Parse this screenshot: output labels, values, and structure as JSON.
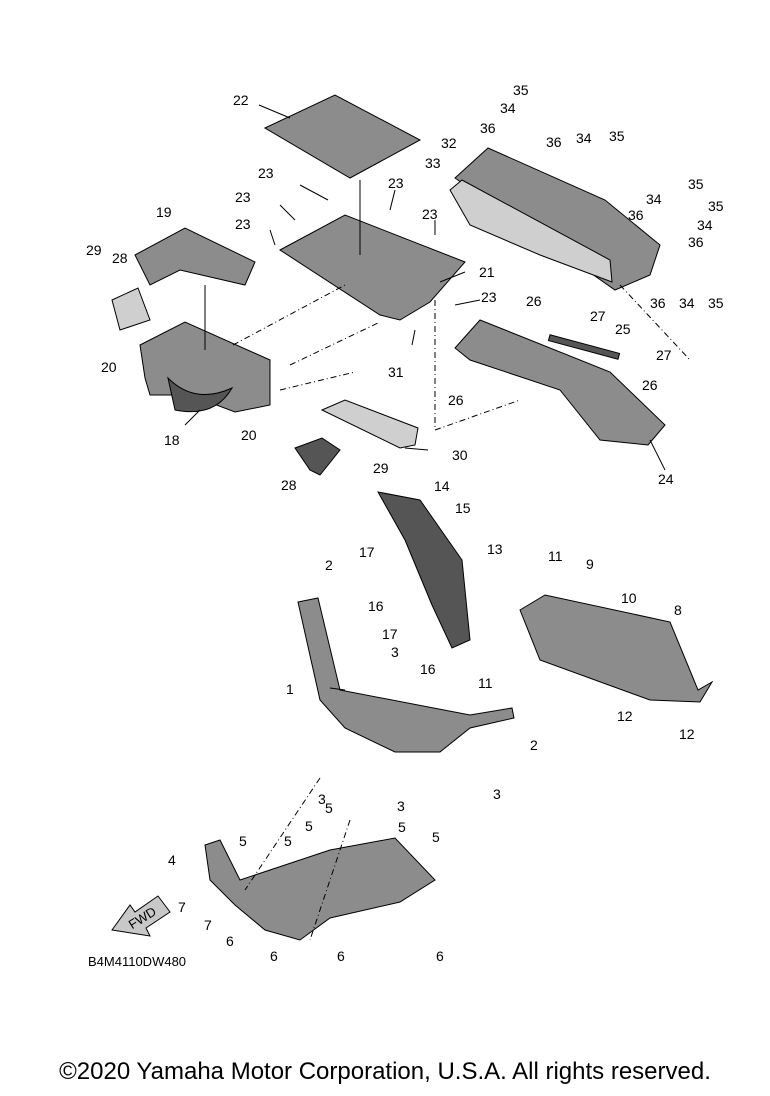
{
  "diagram": {
    "drawing_code": "B4M4110DW480",
    "fwd_label": "FWD",
    "callouts": [
      "22",
      "23",
      "23",
      "23",
      "23",
      "23",
      "23",
      "19",
      "29",
      "28",
      "20",
      "18",
      "20",
      "21",
      "31",
      "30",
      "29",
      "28",
      "32",
      "33",
      "35",
      "34",
      "36",
      "36",
      "34",
      "35",
      "35",
      "34",
      "36",
      "35",
      "34",
      "36",
      "36",
      "34",
      "35",
      "26",
      "27",
      "25",
      "27",
      "26",
      "26",
      "24",
      "14",
      "15",
      "13",
      "17",
      "16",
      "17",
      "16",
      "2",
      "3",
      "1",
      "11",
      "9",
      "10",
      "8",
      "11",
      "12",
      "12",
      "2",
      "3",
      "3",
      "3",
      "5",
      "5",
      "5",
      "5",
      "5",
      "5",
      "4",
      "7",
      "7",
      "6",
      "6",
      "6",
      "6"
    ]
  },
  "footer": {
    "copyright": "©2020 Yamaha Motor Corporation, U.S.A. All rights reserved."
  }
}
